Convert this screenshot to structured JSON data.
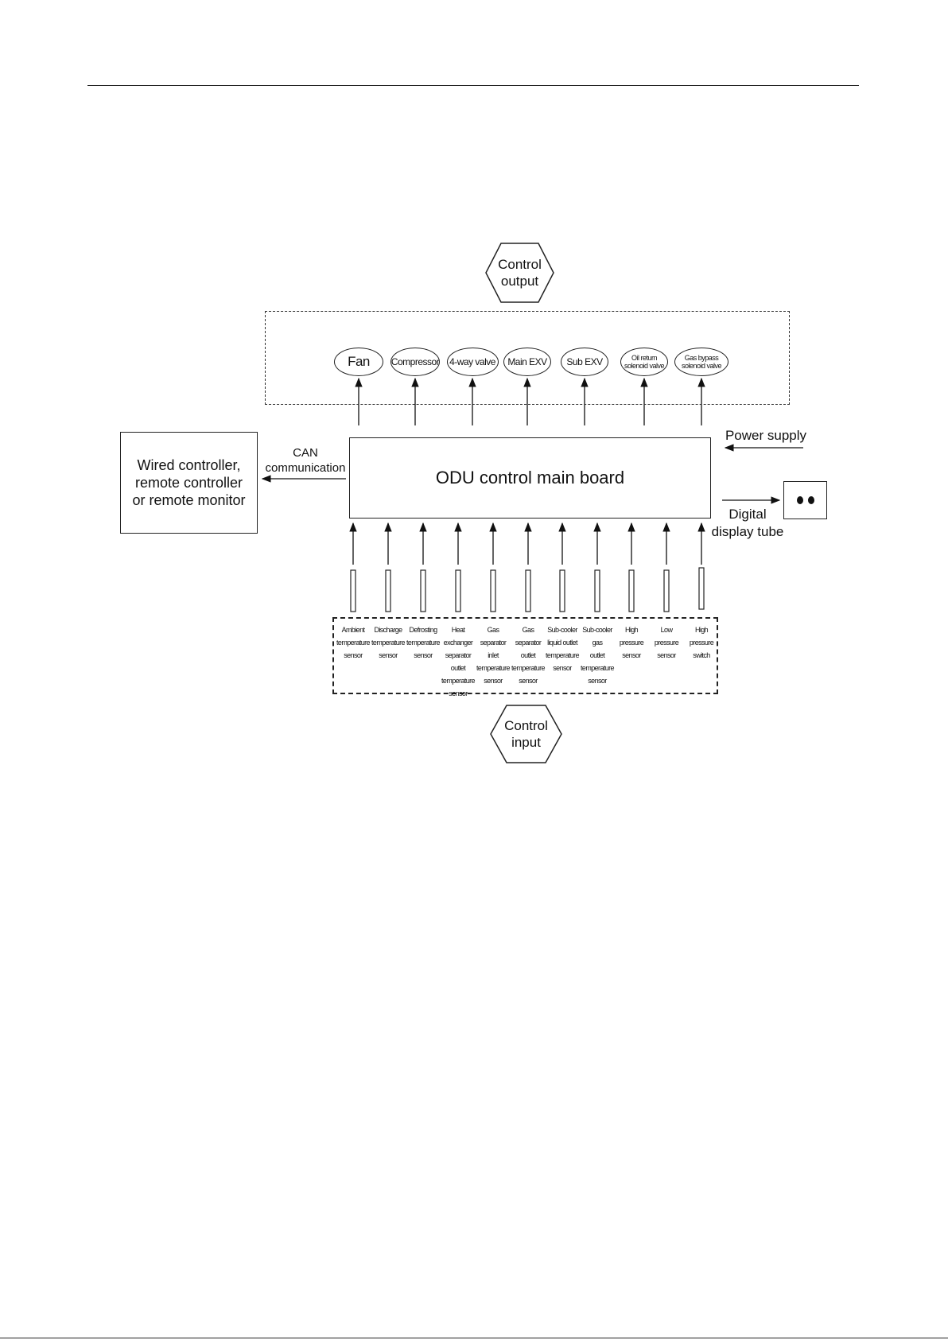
{
  "diagram": {
    "control_output_label": "Control\noutput",
    "control_input_label": "Control\ninput",
    "main_board_label": "ODU control main board",
    "wired_controller_label": "Wired controller,\nremote controller\nor remote monitor",
    "can_label": "CAN\ncommunication",
    "power_supply_label": "Power supply",
    "digital_display_label": "Digital\ndisplay tube",
    "outputs": [
      {
        "label": "Fan"
      },
      {
        "label": "Compressor"
      },
      {
        "label": "4-way valve"
      },
      {
        "label": "Main EXV"
      },
      {
        "label": "Sub EXV"
      },
      {
        "label": "Oil return\nsolenoid valve"
      },
      {
        "label": "Gas bypass\nsolenoid valve"
      }
    ],
    "inputs": [
      {
        "label": "Ambient\ntemperature\nsensor"
      },
      {
        "label": "Discharge\ntemperature\nsensor"
      },
      {
        "label": "Defrosting\ntemperature\nsensor"
      },
      {
        "label": "Heat exchanger\nseparator outlet\ntemperature\nsensor"
      },
      {
        "label": "Gas separator\ninlet\ntemperature\nsensor"
      },
      {
        "label": "Gas separator\noutlet\ntemperature\nsensor"
      },
      {
        "label": "Sub-cooler\nliquid outlet\ntemperature\nsensor"
      },
      {
        "label": "Sub-cooler\ngas\noutlet\ntemperature\nsensor"
      },
      {
        "label": "High\npressure\nsensor"
      },
      {
        "label": "Low\npressure\nsensor"
      },
      {
        "label": "High\npressure\nswitch"
      }
    ]
  }
}
